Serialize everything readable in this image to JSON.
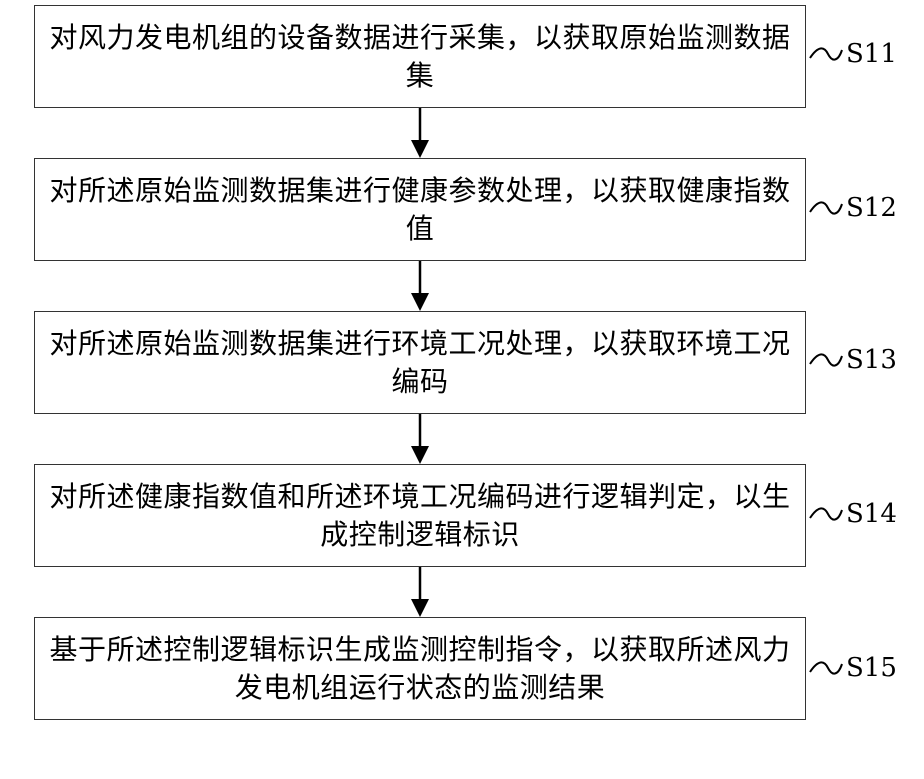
{
  "steps": [
    {
      "text": "对风力发电机组的设备数据进行采集，以获取原始监测数据集",
      "label": "S11"
    },
    {
      "text": "对所述原始监测数据集进行健康参数处理，以获取健康指数值",
      "label": "S12"
    },
    {
      "text": "对所述原始监测数据集进行环境工况处理，以获取环境工况编码",
      "label": "S13"
    },
    {
      "text": "对所述健康指数值和所述环境工况编码进行逻辑判定，以生成控制逻辑标识",
      "label": "S14"
    },
    {
      "text": "基于所述控制逻辑标识生成监测控制指令，以获取所述风力发电机组运行状态的监测结果",
      "label": "S15"
    }
  ],
  "colors": {
    "border": "#333333",
    "text": "#000000",
    "background": "#ffffff"
  }
}
